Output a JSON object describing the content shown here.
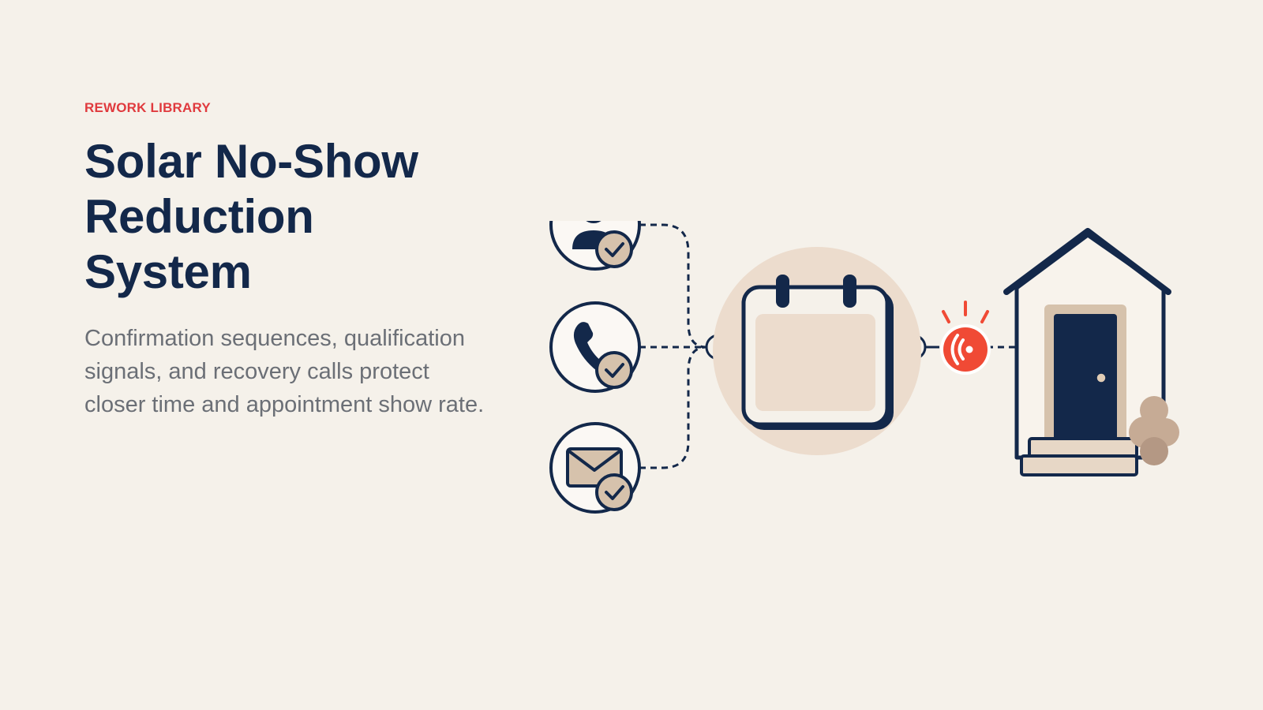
{
  "hero": {
    "eyebrow": "REWORK LIBRARY",
    "title": "Solar No-Show Reduction System",
    "subtitle": "Confirmation sequences, qualification signals, and recovery calls protect closer time and appointment show rate."
  },
  "colors": {
    "background": "#f5f1ea",
    "eyebrow": "#e03a3e",
    "title": "#13284a",
    "subtitle": "#6b6f76",
    "navy": "#13284a",
    "beige": "#d6c2ac",
    "alert": "#f04a35"
  },
  "icons": [
    "person-check-icon",
    "phone-check-icon",
    "envelope-check-icon",
    "calendar-icon",
    "alert-signal-icon",
    "house-door-icon"
  ]
}
